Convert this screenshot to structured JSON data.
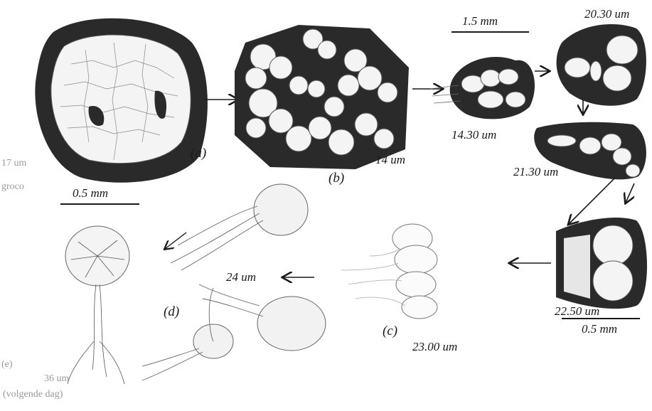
{
  "labels": {
    "a": "(a)",
    "b": "(b)",
    "c": "(c)",
    "d": "(d)",
    "e": "(e)",
    "t_17": "17 um",
    "groco": "groco",
    "scale_05_left": "0.5 mm",
    "t_14": "14 um",
    "scale_15": "1.5 mm",
    "t_1430": "14.30 um",
    "t_2030": "20.30 um",
    "t_2130": "21.30 um",
    "t_2250": "22.50 um",
    "scale_05_right": "0.5 mm",
    "t_2300": "23.00 um",
    "t_24": "24 um",
    "t_36": "36 um",
    "next_day": "(volgende dag)"
  },
  "colors": {
    "ink": "#1a1a1a",
    "tissue_dark": "#2a2a2a",
    "cell_light": "#f4f4f4",
    "faint": "#9a9a9a"
  }
}
